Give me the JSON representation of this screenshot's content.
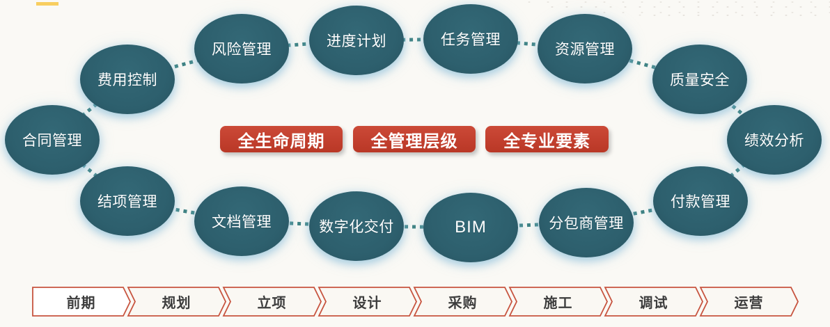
{
  "theme": {
    "bg": "#faf9f5",
    "node": "#2d5f6d",
    "connector": "#3f8384",
    "badge": "#c23f2e",
    "chev-border": "#c7543f",
    "chev-text": "#3d3d3d",
    "accent": "#f8ce5f"
  },
  "ring": {
    "nodes": [
      {
        "id": "contract-management",
        "label": "合同管理"
      },
      {
        "id": "cost-control",
        "label": "费用控制"
      },
      {
        "id": "risk-management",
        "label": "风险管理"
      },
      {
        "id": "schedule-plan",
        "label": "进度计划"
      },
      {
        "id": "task-management",
        "label": "任务管理"
      },
      {
        "id": "resource-management",
        "label": "资源管理"
      },
      {
        "id": "quality-safety",
        "label": "质量安全"
      },
      {
        "id": "performance-analysis",
        "label": "绩效分析"
      },
      {
        "id": "payment-management",
        "label": "付款管理"
      },
      {
        "id": "subcontractor-management",
        "label": "分包商管理"
      },
      {
        "id": "bim",
        "label": "BIM"
      },
      {
        "id": "digital-delivery",
        "label": "数字化交付"
      },
      {
        "id": "document-management",
        "label": "文档管理"
      },
      {
        "id": "project-closing",
        "label": "结项管理"
      }
    ]
  },
  "badges": {
    "items": [
      {
        "label": "全生命周期"
      },
      {
        "label": "全管理层级"
      },
      {
        "label": "全专业要素"
      }
    ]
  },
  "process": {
    "steps": [
      {
        "label": "前期",
        "active": true
      },
      {
        "label": "规划",
        "active": false
      },
      {
        "label": "立项",
        "active": false
      },
      {
        "label": "设计",
        "active": false
      },
      {
        "label": "采购",
        "active": false
      },
      {
        "label": "施工",
        "active": false
      },
      {
        "label": "调试",
        "active": false
      },
      {
        "label": "运营",
        "active": false
      }
    ]
  }
}
